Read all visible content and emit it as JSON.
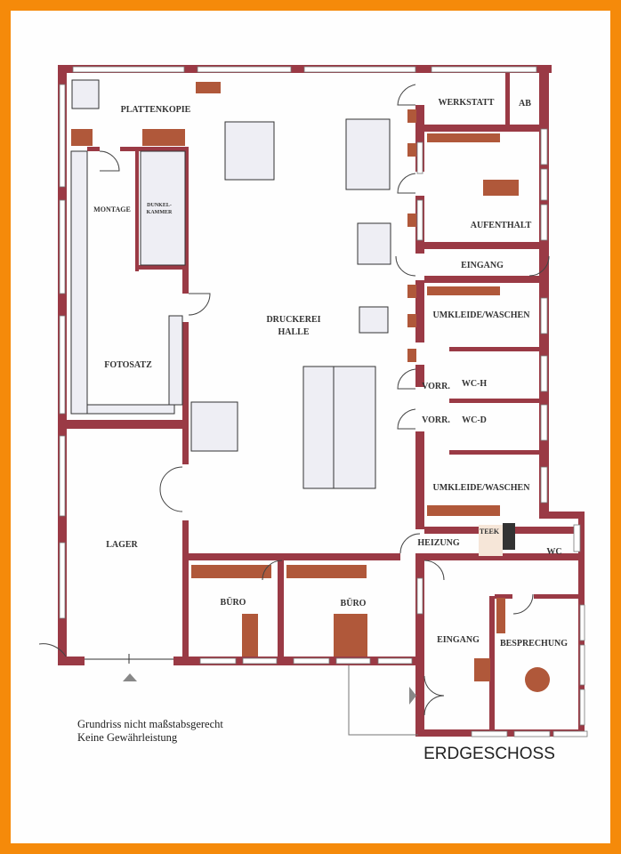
{
  "plan": {
    "title": "ERDGESCHOSS",
    "notes": [
      "Grundriss nicht maßstabsgerecht",
      "Keine Gewährleistung"
    ],
    "rooms": {
      "plattenkopie": "PLATTENKOPIE",
      "montage": "MONTAGE",
      "dunkelkammer_1": "DUNKEL-",
      "dunkelkammer_2": "KAMMER",
      "fotosatz": "FOTOSATZ",
      "druckerei_1": "DRUCKEREI",
      "druckerei_2": "HALLE",
      "werkstatt": "WERKSTATT",
      "ab": "AB",
      "aufenthalt": "AUFENTHALT",
      "eingang_nord": "EINGANG",
      "umkleide_1": "UMKLEIDE/WASCHEN",
      "vorr_1": "VORR.",
      "wc_h": "WC-H",
      "vorr_2": "VORR.",
      "wc_d": "WC-D",
      "umkleide_2": "UMKLEIDE/WASCHEN",
      "lager": "LAGER",
      "heizung": "HEIZUNG",
      "teek": "TEEK",
      "wc": "WC",
      "buero_1": "BÜRO",
      "buero_2": "BÜRO",
      "eingang_sued": "EINGANG",
      "besprechung": "BESPRECHUNG"
    }
  },
  "colors": {
    "frame": "#f58a0a",
    "wall": "#9a3a45",
    "furniture": "#b0583a"
  }
}
